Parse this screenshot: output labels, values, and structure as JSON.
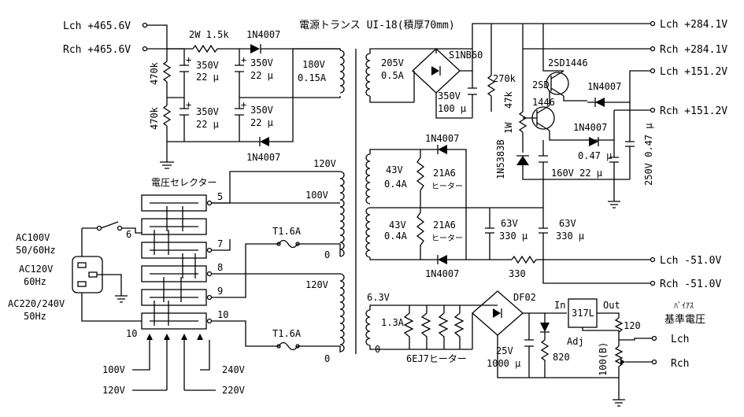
{
  "title": "電源トランス UI-18(積厚70mm)",
  "outputs": {
    "lch_465": "Lch +465.6V",
    "rch_465": "Rch +465.6V",
    "lch_284": "Lch +284.1V",
    "rch_284": "Rch +284.1V",
    "lch_151": "Lch +151.2V",
    "rch_151": "Rch +151.2V",
    "lch_m51": "Lch -51.0V",
    "rch_m51": "Rch -51.0V",
    "bias_label_1": "ﾊﾞｲｱｽ",
    "bias_label_2": "基準電圧",
    "bias_lch": "Lch",
    "bias_rch": "Rch"
  },
  "hv_section": {
    "r_2w": "2W 1.5k",
    "d1": "1N4007",
    "d2": "1N4007",
    "r_470k_top": "470k",
    "r_470k_bot": "470k",
    "c1_v": "350V",
    "c1_uf": "22 μ",
    "c2_v": "350V",
    "c2_uf": "22 μ",
    "c3_v": "350V",
    "c3_uf": "22 μ",
    "c4_v": "350V",
    "c4_uf": "22 μ",
    "winding_v": "180V",
    "winding_a": "0.15A",
    "plus": "+"
  },
  "primary": {
    "selector_title": "電圧セレクター",
    "tap_120v_top": "120V",
    "tap_100v": "100V",
    "tap_120v_mid": "120V",
    "tap_0_top": "0",
    "tap_0_bot": "0",
    "pin5": "5",
    "pin6": "6",
    "pin7": "7",
    "pin8": "8",
    "pin9": "9",
    "pin10": "10",
    "pin10_bottom": "10",
    "fuse1": "T1.6A",
    "fuse2": "T1.6A",
    "ac100_1": "AC100V",
    "ac100_2": "50/60Hz",
    "ac120_1": "AC120V",
    "ac120_2": "60Hz",
    "ac220_1": "AC220/240V",
    "ac220_2": "50Hz",
    "sel_100v": "100V",
    "sel_120v": "120V",
    "sel_240v": "240V",
    "sel_220v": "220V"
  },
  "mid_section": {
    "winding_205v": "205V",
    "winding_05a": "0.5A",
    "bridge": "S1NB60",
    "c_350v": "350V",
    "c_100u": "100 μ",
    "r_270k": "270k",
    "r_47k": "47k",
    "r_1w": "1W",
    "zener": "1N5383B",
    "q1": "2SD1446",
    "q2_a": "2SD",
    "q2_b": "1446",
    "d_1n4007_a": "1N4007",
    "d_1n4007_b": "1N4007",
    "c_047": "0.47 μ",
    "c_047_v": "250V 0.47 μ",
    "c_160v": "160V 22 μ"
  },
  "neg_section": {
    "d_top": "1N4007",
    "d_bot": "1N4007",
    "w1_v": "43V",
    "w1_a": "0.4A",
    "w2_v": "43V",
    "w2_a": "0.4A",
    "heater1_a": "21A6",
    "heater1_b": "ヒーター",
    "heater2_a": "21A6",
    "heater2_b": "ヒーター",
    "c1_v": "63V",
    "c1_uf": "330 μ",
    "c2_v": "63V",
    "c2_uf": "330 μ",
    "r_330": "330"
  },
  "heater_section": {
    "w_v": "6.3V",
    "w_a": "1.3A",
    "w_0": "0",
    "heater": "6EJ7ヒーター",
    "bridge": "DF02",
    "c_25v": "25V",
    "c_1000u": "1000 μ",
    "r_820": "820",
    "reg": "317L",
    "reg_in": "In",
    "reg_out": "Out",
    "reg_adj": "Adj",
    "r_120": "120",
    "r_100b": "100(B)"
  }
}
